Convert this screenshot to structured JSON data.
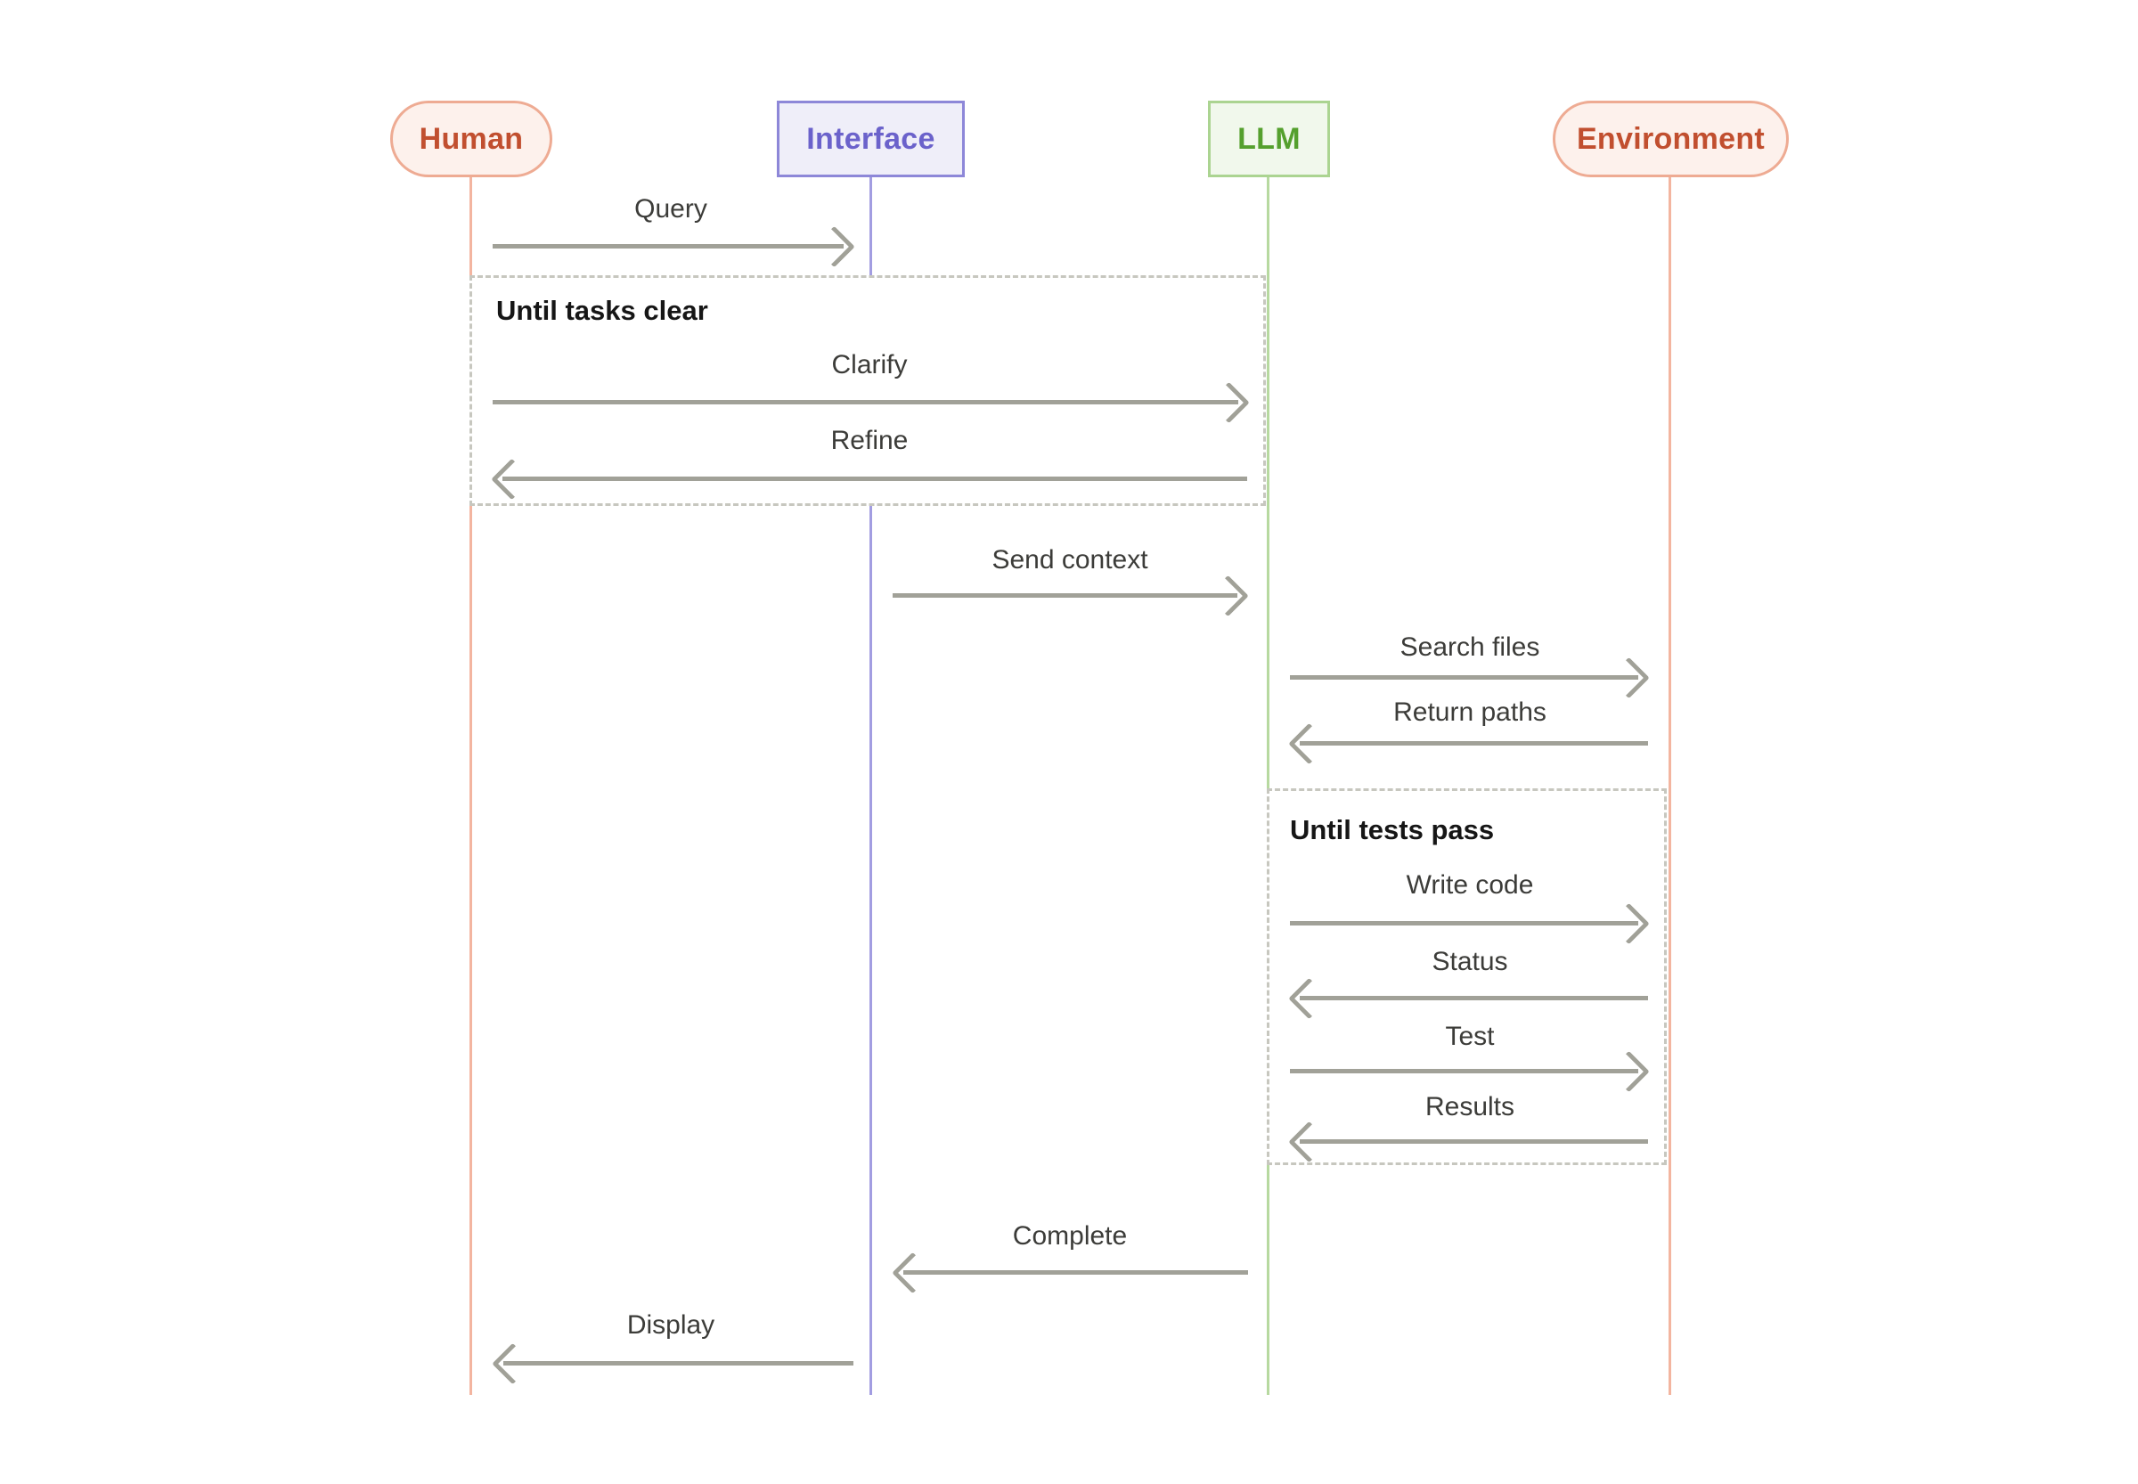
{
  "diagram_type": "sequence-diagram",
  "colors": {
    "background": "#ffffff",
    "arrow": "#a1a198",
    "message_text": "#3c3c39",
    "loop_border": "#c7c7bf",
    "loop_title_text": "#161616",
    "salmon_border": "#eeab93",
    "salmon_fill": "#fdf1ec",
    "salmon_text": "#c14f2f",
    "purple_border": "#8d87d8",
    "purple_fill": "#efeef9",
    "purple_text": "#6b62cb",
    "green_border": "#abd491",
    "green_fill": "#f1f8ec",
    "green_text": "#55a02e"
  },
  "actors": [
    {
      "label": "Human",
      "shape": "pill",
      "color_theme": "salmon"
    },
    {
      "label": "Interface",
      "shape": "rect",
      "color_theme": "purple"
    },
    {
      "label": "LLM",
      "shape": "rect",
      "color_theme": "green"
    },
    {
      "label": "Environment",
      "shape": "pill",
      "color_theme": "salmon"
    }
  ],
  "loops": [
    {
      "title": "Until tasks clear",
      "spans": [
        "Human",
        "LLM"
      ],
      "contains": [
        "Clarify",
        "Refine"
      ]
    },
    {
      "title": "Until tests pass",
      "spans": [
        "LLM",
        "Environment"
      ],
      "contains": [
        "Write code",
        "Status",
        "Test",
        "Results"
      ]
    }
  ],
  "messages": [
    {
      "label": "Query",
      "from": "Human",
      "to": "Interface",
      "direction": "right"
    },
    {
      "label": "Clarify",
      "from": "Human",
      "to": "LLM",
      "direction": "right"
    },
    {
      "label": "Refine",
      "from": "LLM",
      "to": "Human",
      "direction": "left"
    },
    {
      "label": "Send context",
      "from": "Interface",
      "to": "LLM",
      "direction": "right"
    },
    {
      "label": "Search files",
      "from": "LLM",
      "to": "Environment",
      "direction": "right"
    },
    {
      "label": "Return paths",
      "from": "Environment",
      "to": "LLM",
      "direction": "left"
    },
    {
      "label": "Write code",
      "from": "LLM",
      "to": "Environment",
      "direction": "right"
    },
    {
      "label": "Status",
      "from": "Environment",
      "to": "LLM",
      "direction": "left"
    },
    {
      "label": "Test",
      "from": "LLM",
      "to": "Environment",
      "direction": "right"
    },
    {
      "label": "Results",
      "from": "Environment",
      "to": "LLM",
      "direction": "left"
    },
    {
      "label": "Complete",
      "from": "LLM",
      "to": "Interface",
      "direction": "left"
    },
    {
      "label": "Display",
      "from": "Interface",
      "to": "Human",
      "direction": "left"
    }
  ]
}
